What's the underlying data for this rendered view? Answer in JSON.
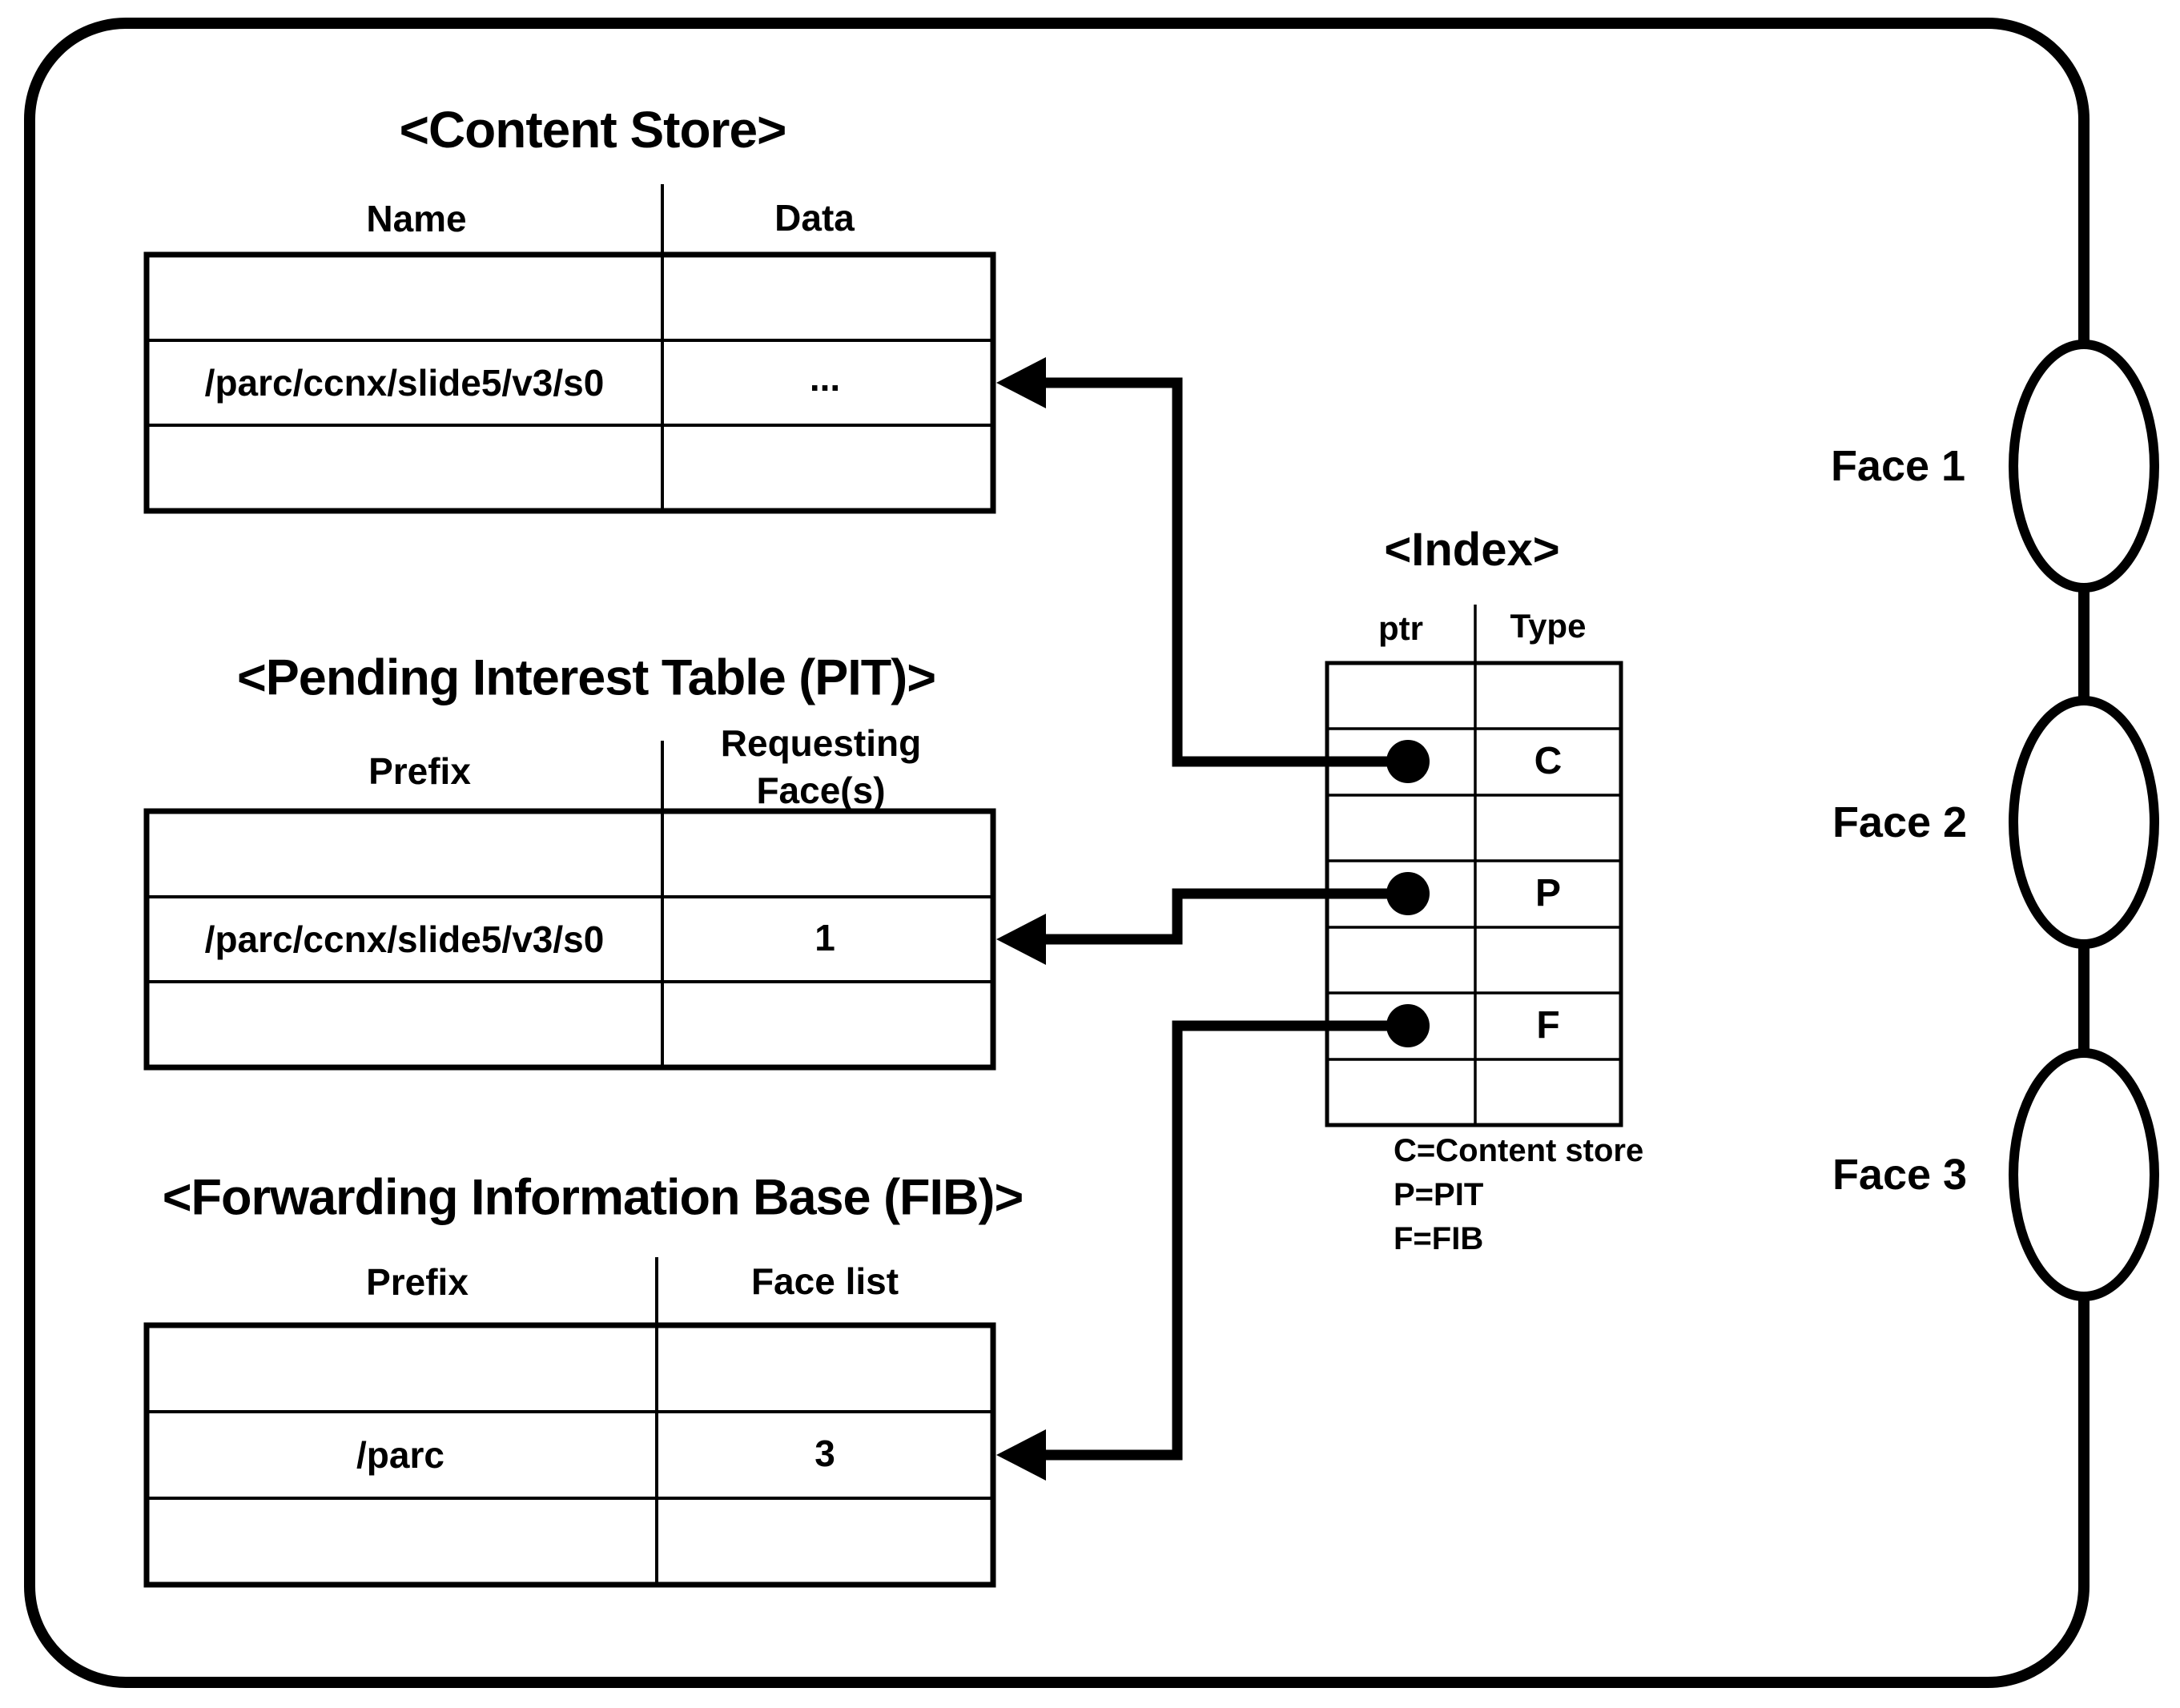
{
  "colors": {
    "ink": "#000000",
    "paper": "#ffffff"
  },
  "node": {
    "faces": [
      {
        "label": "Face 1"
      },
      {
        "label": "Face 2"
      },
      {
        "label": "Face 3"
      }
    ]
  },
  "content_store": {
    "title": "<Content Store>",
    "columns": [
      "Name",
      "Data"
    ],
    "rows": [
      [
        "",
        ""
      ],
      [
        "/parc/ccnx/slide5/v3/s0",
        "..."
      ],
      [
        "",
        ""
      ]
    ]
  },
  "pit": {
    "title": "<Pending Interest Table (PIT)>",
    "columns": [
      "Prefix",
      "Requesting Face(s)"
    ],
    "col2_line1": "Requesting",
    "col2_line2": "Face(s)",
    "rows": [
      [
        "",
        ""
      ],
      [
        "/parc/ccnx/slide5/v3/s0",
        "1"
      ],
      [
        "",
        ""
      ]
    ]
  },
  "fib": {
    "title": "<Forwarding Information Base (FIB)>",
    "columns": [
      "Prefix",
      "Face list"
    ],
    "rows": [
      [
        "",
        ""
      ],
      [
        "/parc",
        "3"
      ],
      [
        "",
        ""
      ]
    ]
  },
  "index": {
    "title": "<Index>",
    "columns": [
      "ptr",
      "Type"
    ],
    "entries": [
      {
        "ptr": "dot",
        "type": "C"
      },
      {
        "ptr": "dot",
        "type": "P"
      },
      {
        "ptr": "dot",
        "type": "F"
      }
    ],
    "legend": [
      "C=Content store",
      "P=PIT",
      "F=FIB"
    ]
  }
}
